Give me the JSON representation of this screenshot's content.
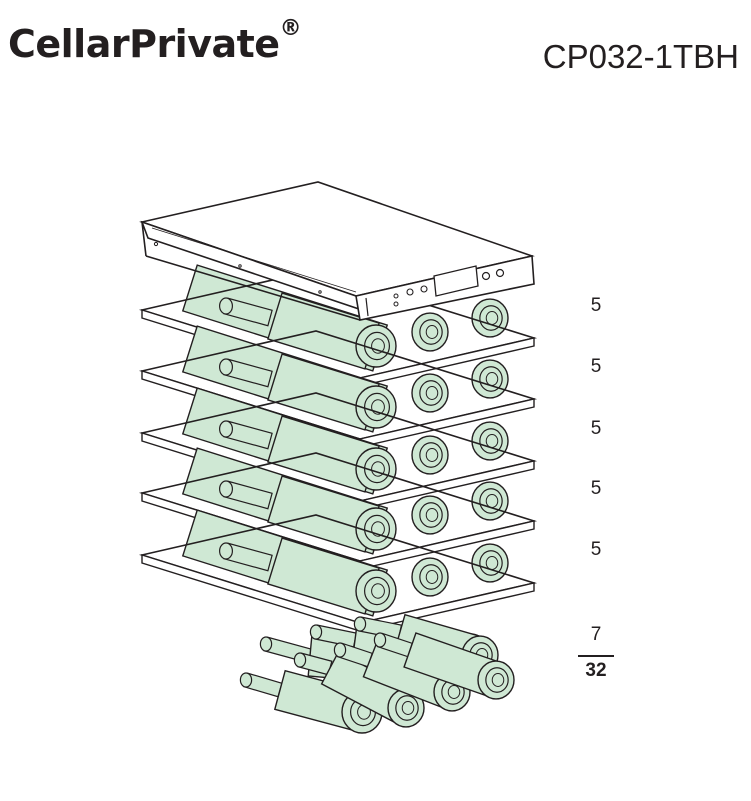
{
  "header": {
    "brand": "CellarPrivate",
    "brand_mark": "®",
    "model": "CP032-1TBH"
  },
  "shelf_counts": [
    "5",
    "5",
    "5",
    "5",
    "5"
  ],
  "bottom_count": "7",
  "total": "32",
  "colors": {
    "bottle_fill": "#cfe8d4",
    "line": "#231f20",
    "background": "#ffffff"
  }
}
